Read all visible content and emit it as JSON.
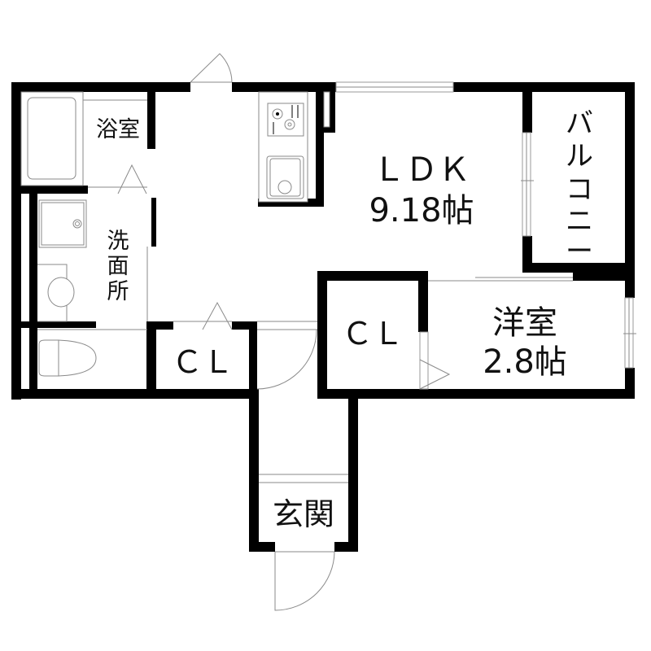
{
  "floor_plan": {
    "rooms": {
      "bathroom": {
        "label": "浴室"
      },
      "washroom": {
        "label_chars": [
          "洗",
          "面",
          "所"
        ]
      },
      "ldk": {
        "label": "ＬＤＫ",
        "size": "9.18帖"
      },
      "balcony": {
        "label_chars": [
          "バ",
          "ル",
          "コ",
          "ニ",
          "ー"
        ]
      },
      "closet_left": {
        "label": "ＣＬ"
      },
      "closet_right": {
        "label": "ＣＬ"
      },
      "western_room": {
        "label": "洋室",
        "size": "2.8帖"
      },
      "entrance": {
        "label": "玄関"
      }
    },
    "colors": {
      "wall": "#000000",
      "fixture_line": "#8a8a8a",
      "background": "#ffffff",
      "text": "#111111"
    }
  }
}
